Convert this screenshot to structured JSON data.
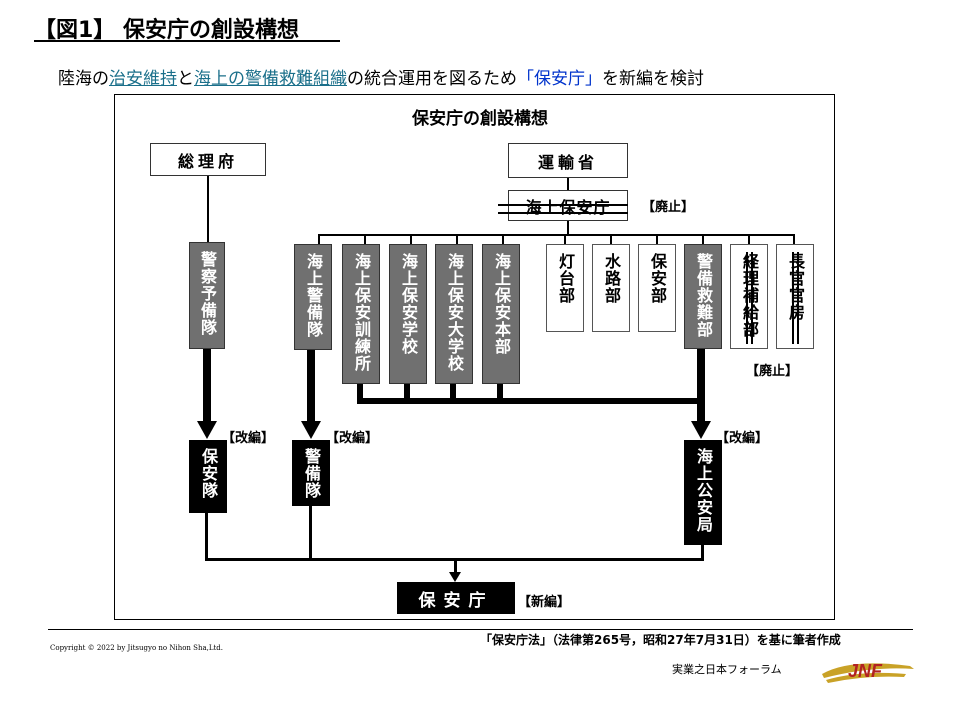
{
  "header": {
    "title": "【図1】 保安庁の創設構想",
    "subtitle": {
      "part1": "陸海の",
      "link1": "治安維持",
      "part2": "と",
      "link2": "海上の警備救難組織",
      "part3": "の統合運用を図るため",
      "highlight": "「保安庁」",
      "part4": "を新編を検討"
    }
  },
  "diagram": {
    "title": "保安庁の創設構想",
    "top_boxes": {
      "sorifu": "総理府",
      "unyusho": "運輸省",
      "kaijo_hoancho": "海上保安庁"
    },
    "units": {
      "keisatsu_yobitai": "警察予備隊",
      "kaijo_keibitai": "海上警備隊",
      "kunrensho": "海上保安訓練所",
      "gakko": "海上保安学校",
      "daigakko": "海上保安大学校",
      "honbu": "海上保安本部",
      "todaibu": "灯台部",
      "suirobu": "水路部",
      "hoanbu": "保安部",
      "keibi_kyunanbu": "警備救難部",
      "keiri_hokyubu": "経理補給部",
      "chokan_kanbo": "長官官房"
    },
    "new_units": {
      "hoantai": "保安隊",
      "keibitai": "警備隊",
      "kaijo_koankyoku": "海上公安局",
      "hoancho": "保安庁"
    },
    "tags": {
      "haishi": "【廃止】",
      "kaihen": "【改編】",
      "shinpen": "【新編】"
    }
  },
  "footer": {
    "copyright": "Copyright © 2022 by Jitsugyo no Nihon Sha,Ltd.",
    "source": "「保安庁法」（法律第265号，昭和27年7月31日）を基に筆者作成",
    "publisher": "実業之日本フォーラム",
    "logo_text": "JNF"
  },
  "colors": {
    "teal_link": "#1a6f8a",
    "blue_highlight": "#0033cc",
    "unit_gray": "#707070",
    "logo_gold": "#c9a227",
    "logo_red": "#b22222"
  }
}
